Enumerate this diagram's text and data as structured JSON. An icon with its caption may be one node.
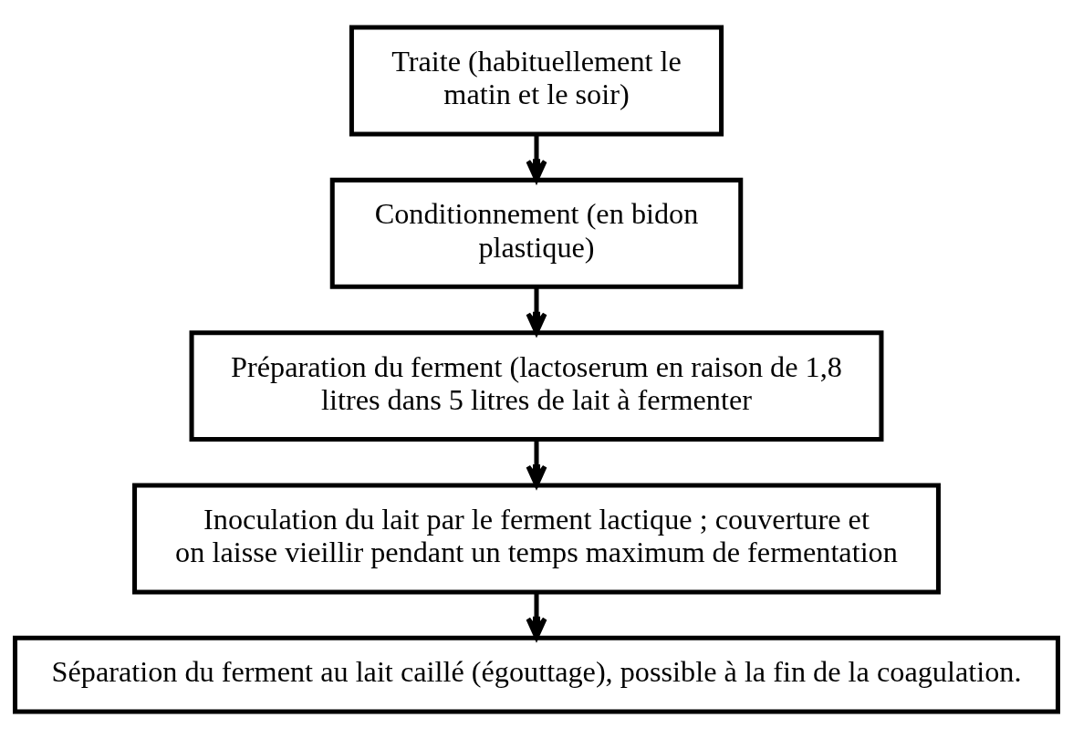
{
  "diagram": {
    "nodes": [
      {
        "text": [
          "Traite (habituellement le matin et le soir)"
        ]
      },
      {
        "text": [
          "Conditionnement (en bidon plastique)"
        ]
      },
      {
        "text": [
          "Préparation du ferment (lactoserum en raison de 1,8 litres dans 5 litres de lait à fermenter"
        ]
      },
      {
        "text": [
          "Inoculation du lait par le ferment lactique ; couverture et on laisse vieillir pendant un temps maximum de fermentation"
        ]
      },
      {
        "text": [
          "Séparation du ferment au lait caillé (égouttage), possible à la fin de la coagulation."
        ]
      }
    ],
    "edges": [
      {
        "from": 0,
        "to": 1,
        "arrow": "to"
      },
      {
        "from": 1,
        "to": 2,
        "arrow": "to"
      },
      {
        "from": 2,
        "to": 3,
        "arrow": "to"
      },
      {
        "from": 3,
        "to": 4,
        "arrow": "to"
      }
    ]
  }
}
